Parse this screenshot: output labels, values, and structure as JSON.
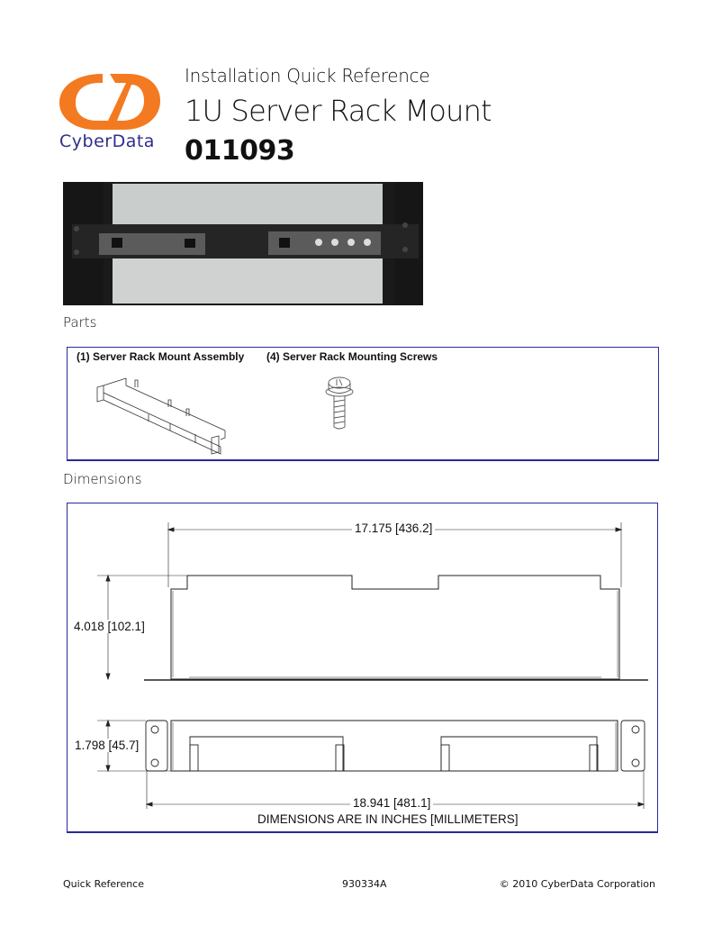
{
  "header": {
    "brand": "CyberData",
    "brand_color": "#f37a20",
    "brand_text_color": "#2e2e8a",
    "subtitle": "Installation Quick Reference",
    "title": "1U Server Rack Mount",
    "part_number": "011093"
  },
  "sections": {
    "parts": "Parts",
    "dimensions": "Dimensions"
  },
  "parts": [
    {
      "label": "(1) Server Rack Mount Assembly"
    },
    {
      "label": "(4) Server Rack Mounting Screws"
    }
  ],
  "dimensions": {
    "width_top": "17.175 [436.2]",
    "height_top": "4.018 [102.1]",
    "height_front": "1.798 [45.7]",
    "width_overall": "18.941 [481.1]",
    "note": "DIMENSIONS ARE IN INCHES [MILLIMETERS]"
  },
  "footer": {
    "left": "Quick Reference",
    "center": "930334A",
    "right": "© 2010 CyberData Corporation"
  },
  "colors": {
    "box_border": "#2a2a9a"
  }
}
